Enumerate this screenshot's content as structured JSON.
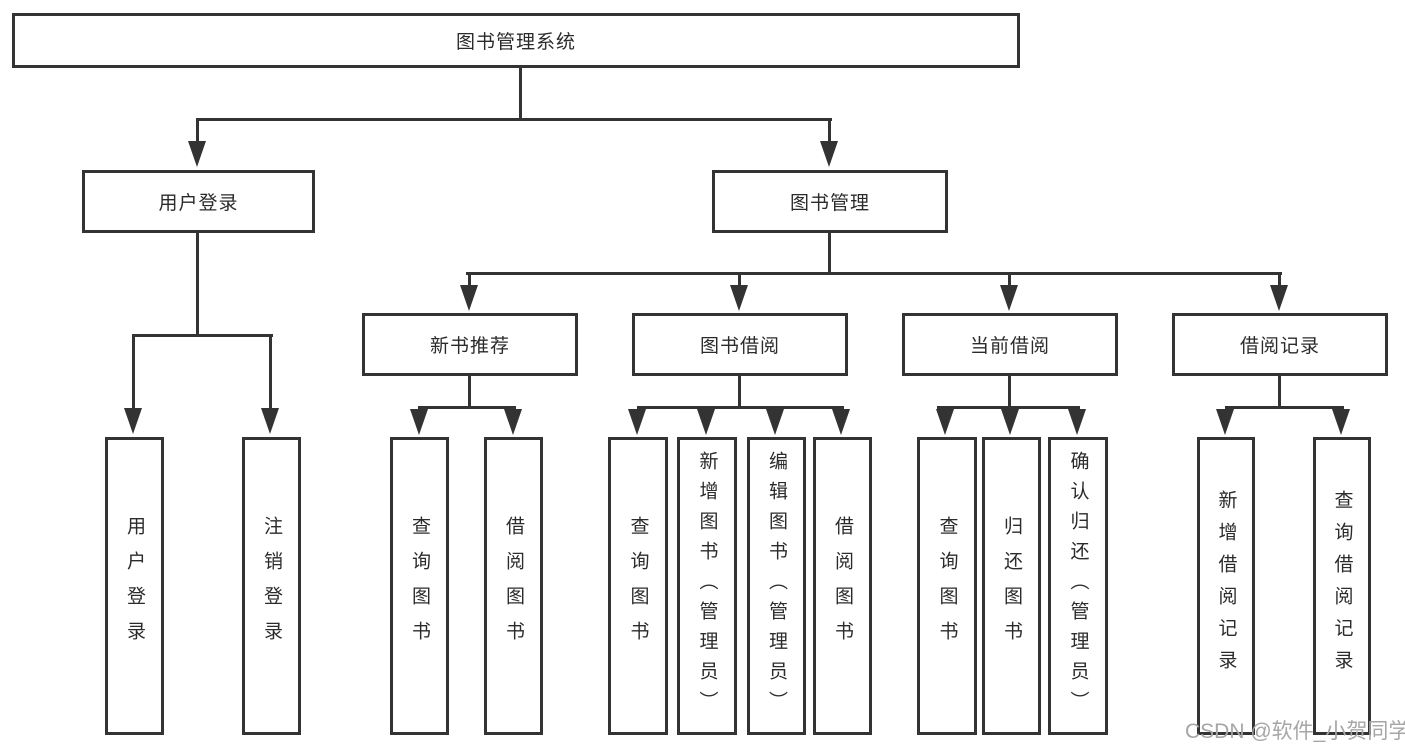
{
  "tree": {
    "root": {
      "label": "图书管理系统"
    },
    "branches": [
      {
        "label": "用户登录",
        "children": [
          {
            "label": "用户登录"
          },
          {
            "label": "注销登录"
          }
        ]
      },
      {
        "label": "图书管理",
        "sections": [
          {
            "label": "新书推荐",
            "children": [
              {
                "label": "查询图书"
              },
              {
                "label": "借阅图书"
              }
            ]
          },
          {
            "label": "图书借阅",
            "children": [
              {
                "label": "查询图书"
              },
              {
                "label": "新增图书（管理员）"
              },
              {
                "label": "编辑图书（管理员）"
              },
              {
                "label": "借阅图书"
              }
            ]
          },
          {
            "label": "当前借阅",
            "children": [
              {
                "label": "查询图书"
              },
              {
                "label": "归还图书"
              },
              {
                "label": "确认归还（管理员）"
              }
            ]
          },
          {
            "label": "借阅记录",
            "children": [
              {
                "label": "新增借阅记录"
              },
              {
                "label": "查询借阅记录"
              }
            ]
          }
        ]
      }
    ]
  },
  "watermark": {
    "text": "CSDN @软件_小贺同学"
  },
  "colors": {
    "line": "#333333",
    "text": "#2b2b2b",
    "background": "#ffffff",
    "watermark": "#a6a6a6"
  }
}
